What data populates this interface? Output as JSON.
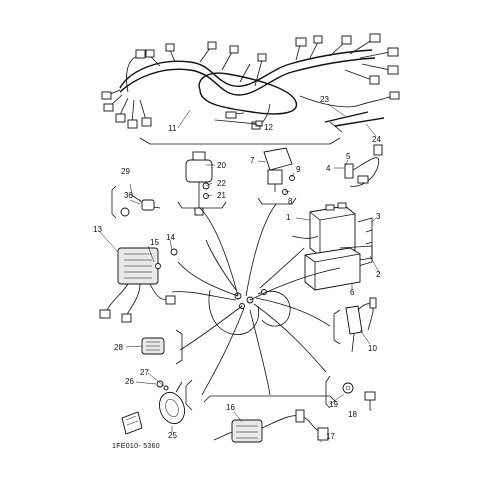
{
  "callouts": [
    "1",
    "2",
    "3",
    "4",
    "5",
    "6",
    "7",
    "8",
    "9",
    "10",
    "11",
    "12",
    "13",
    "14",
    "15",
    "16",
    "17",
    "18",
    "19",
    "20",
    "21",
    "22",
    "23",
    "24",
    "25",
    "26",
    "27",
    "28",
    "29",
    "30"
  ],
  "diagram_code": "1FE010- 5360"
}
